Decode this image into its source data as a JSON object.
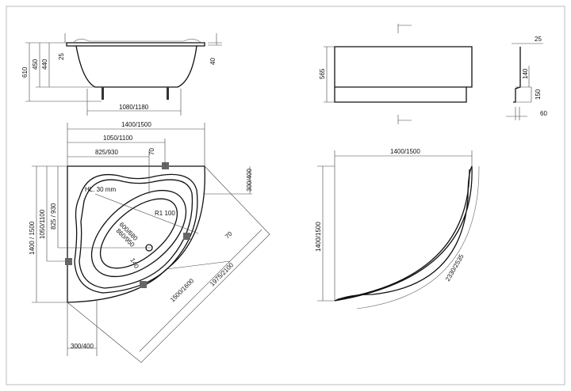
{
  "side_view": {
    "d_610": "610",
    "d_450": "450",
    "d_440": "440",
    "d_25": "25",
    "d_40": "40",
    "d_length": "1080/1180"
  },
  "plan_view": {
    "d_width": "1400/1500",
    "d_1050": "1050/1100",
    "d_825": "825/930",
    "d_70_top": "70",
    "d_height": "1400 / 1500",
    "d_1050_v": "1050/1100",
    "d_825_v": "825 / 930",
    "d_300_right": "300/400",
    "d_300_bottom": "300/400",
    "hl": "HL. 30 mm",
    "radius": "R1 100",
    "d_600": "600/680",
    "d_860": "860/950",
    "d_140": "140",
    "d_1500": "1500/1600",
    "d_1975": "1975/2100",
    "d_70_diag": "70"
  },
  "panel_view": {
    "d_565": "565"
  },
  "profile_view": {
    "d_25": "25",
    "d_140": "140",
    "d_150": "150",
    "d_60": "60"
  },
  "panel_plan": {
    "d_width": "1400/1500",
    "d_height": "1400/1500",
    "d_arc": "2330/2535"
  }
}
